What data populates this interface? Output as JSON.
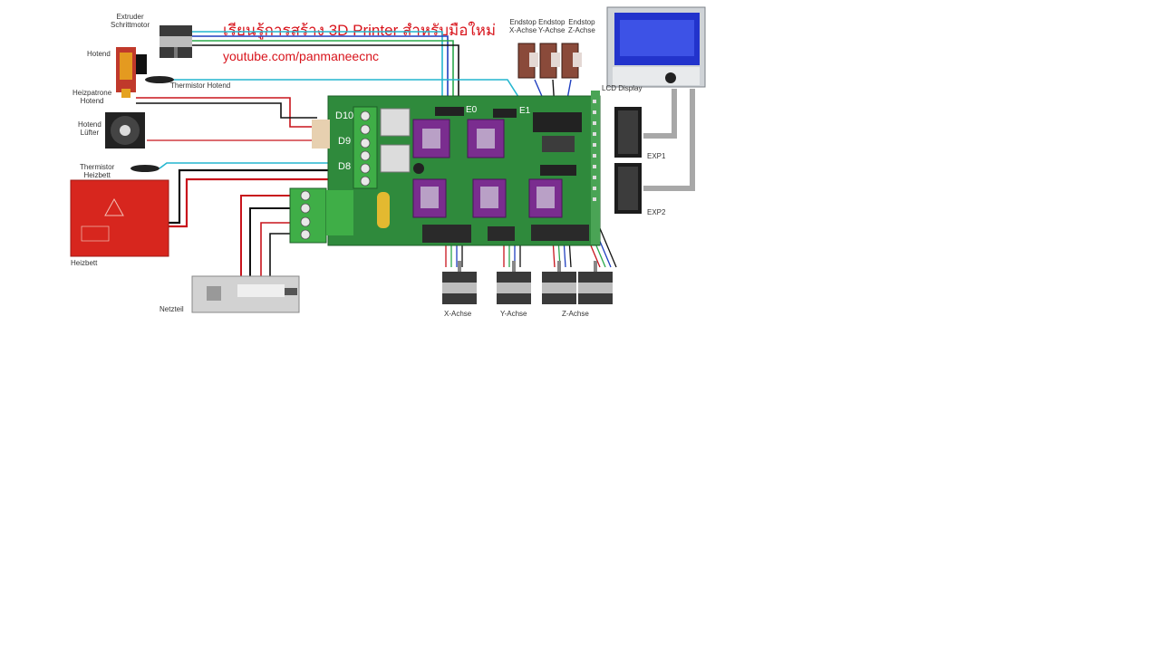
{
  "title": "เรียนรู้การสร้าง 3D Printer สำหรับมือใหม่",
  "subtitle": "youtube.com/panmaneecnc",
  "labels": {
    "extruder_motor": [
      "Extruder",
      "Schrittmotor"
    ],
    "hotend": "Hotend",
    "heater_hotend": [
      "Heizpatrone",
      "Hotend"
    ],
    "fan_hotend": [
      "Hotend",
      "Lüfter"
    ],
    "thermistor_hotend": "Thermistor Hotend",
    "thermistor_bed": [
      "Thermistor",
      "Heizbett"
    ],
    "heatbed": "Heizbett",
    "power_supply": "Netzteil",
    "endstop_x": [
      "Endstop",
      "X-Achse"
    ],
    "endstop_y": [
      "Endstop",
      "Y-Achse"
    ],
    "endstop_z": [
      "Endstop",
      "Z-Achse"
    ],
    "lcd": "LCD Display",
    "exp1": "EXP1",
    "exp2": "EXP2",
    "x_axis": "X-Achse",
    "y_axis": "Y-Achse",
    "z_axis": "Z-Achse",
    "d10": "D10",
    "d9": "D9",
    "d8": "D8",
    "e0": "E0",
    "e1": "E1"
  },
  "colors": {
    "board": "#2f8a3c",
    "wire_red": "#c8141c",
    "wire_black": "#111111",
    "wire_green": "#2aa84a",
    "wire_blue": "#1f3fbf",
    "wire_cyan": "#24b6cf",
    "driver_purple": "#7a2d8f",
    "lcd_blue": "#2233cc"
  }
}
